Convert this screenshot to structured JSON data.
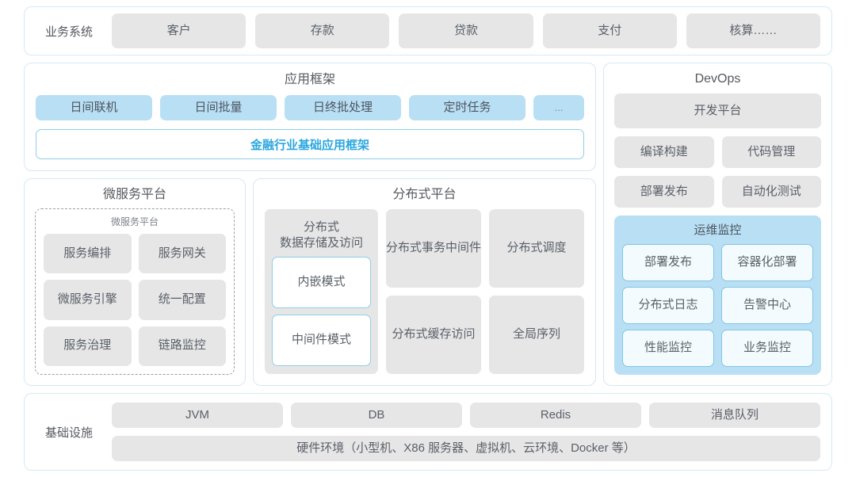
{
  "business_system": {
    "label": "业务系统",
    "items": [
      "客户",
      "存款",
      "贷款",
      "支付",
      "核算……"
    ]
  },
  "application_framework": {
    "title": "应用框架",
    "items": [
      "日间联机",
      "日间批量",
      "日终批处理",
      "定时任务",
      "..."
    ],
    "banner": "金融行业基础应用框架",
    "banner_color": "#2ba7de"
  },
  "microservice_platform": {
    "title": "微服务平台",
    "inner_title": "微服务平台",
    "items": [
      "服务编排",
      "服务网关",
      "微服务引擎",
      "统一配置",
      "服务治理",
      "链路监控"
    ]
  },
  "distributed_platform": {
    "title": "分布式平台",
    "storage": {
      "title": "分布式\n数据存储及访问",
      "title_line1": "分布式",
      "title_line2": "数据存储及访问",
      "modes": [
        "内嵌模式",
        "中间件模式"
      ]
    },
    "items": [
      {
        "line1": "分布式",
        "line2": "事务中间件"
      },
      {
        "line1": "分布式调度",
        "line2": ""
      },
      {
        "line1": "分布式",
        "line2": "缓存访问"
      },
      {
        "line1": "全局序列",
        "line2": ""
      }
    ]
  },
  "devops": {
    "title": "DevOps",
    "platform": "开发平台",
    "pairs": [
      [
        "编译构建",
        "代码管理"
      ],
      [
        "部署发布",
        "自动化测试"
      ]
    ],
    "ops_monitor": {
      "title": "运维监控",
      "items": [
        "部署发布",
        "容器化部署",
        "分布式日志",
        "告警中心",
        "性能监控",
        "业务监控"
      ],
      "bg_color": "#b9dff4"
    }
  },
  "infrastructure": {
    "label": "基础设施",
    "items": [
      "JVM",
      "DB",
      "Redis",
      "消息队列"
    ],
    "hardware": "硬件环境（小型机、X86 服务器、虚拟机、云环境、Docker 等）"
  },
  "theme": {
    "border_color": "#d3eaf2",
    "chip_grey": "#e6e6e7",
    "chip_blue": "#b9dff4",
    "outline_blue": "#8fcfe8",
    "text_color": "#5a6067"
  }
}
